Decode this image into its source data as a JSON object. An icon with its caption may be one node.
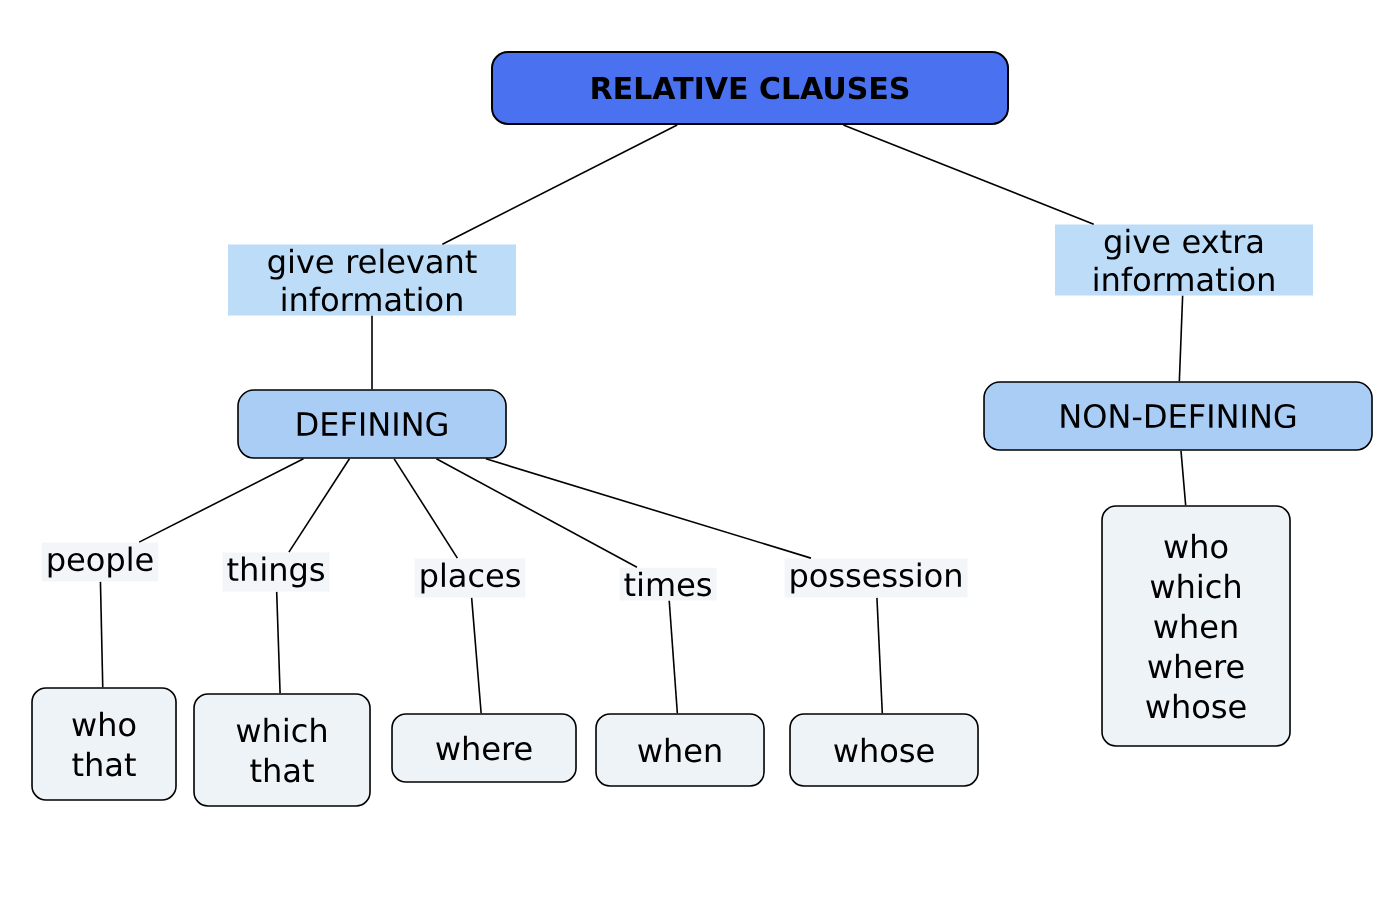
{
  "diagram": {
    "nodes": [
      {
        "text": [
          "RELATIVE CLAUSES"
        ]
      },
      {
        "text": [
          "give relevant information"
        ]
      },
      {
        "text": [
          "give extra information"
        ]
      },
      {
        "text": [
          "DEFINING"
        ]
      },
      {
        "text": [
          "NON-DEFINING"
        ]
      },
      {
        "text": [
          "people"
        ]
      },
      {
        "text": [
          "things"
        ]
      },
      {
        "text": [
          "places"
        ]
      },
      {
        "text": [
          "times"
        ]
      },
      {
        "text": [
          "possession"
        ]
      },
      {
        "text": [
          "who that"
        ]
      },
      {
        "text": [
          "which that"
        ]
      },
      {
        "text": [
          "where"
        ]
      },
      {
        "text": [
          "when"
        ]
      },
      {
        "text": [
          "whose"
        ]
      },
      {
        "text": [
          "who which when where whose"
        ]
      }
    ],
    "edges": [
      {
        "from": 0,
        "to": 1,
        "arrow": "none"
      },
      {
        "from": 0,
        "to": 2,
        "arrow": "none"
      },
      {
        "from": 1,
        "to": 3,
        "arrow": "none"
      },
      {
        "from": 2,
        "to": 4,
        "arrow": "none"
      },
      {
        "from": 3,
        "to": 5,
        "arrow": "none"
      },
      {
        "from": 3,
        "to": 6,
        "arrow": "none"
      },
      {
        "from": 3,
        "to": 7,
        "arrow": "none"
      },
      {
        "from": 3,
        "to": 8,
        "arrow": "none"
      },
      {
        "from": 3,
        "to": 9,
        "arrow": "none"
      },
      {
        "from": 5,
        "to": 10,
        "arrow": "none"
      },
      {
        "from": 6,
        "to": 11,
        "arrow": "none"
      },
      {
        "from": 7,
        "to": 12,
        "arrow": "none"
      },
      {
        "from": 8,
        "to": 13,
        "arrow": "none"
      },
      {
        "from": 9,
        "to": 14,
        "arrow": "none"
      },
      {
        "from": 4,
        "to": 15,
        "arrow": "none"
      }
    ]
  }
}
